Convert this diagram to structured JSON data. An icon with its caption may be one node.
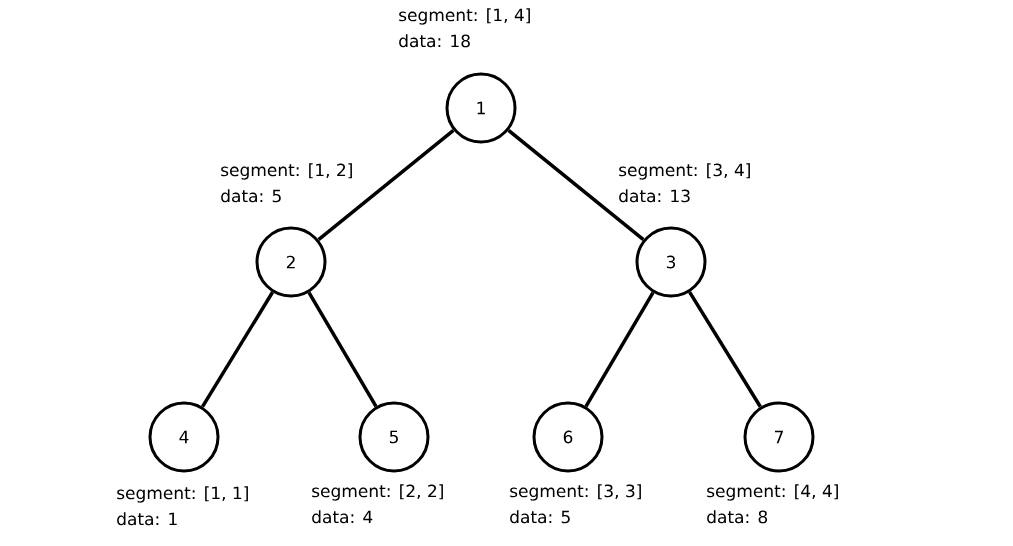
{
  "diagram": {
    "nodes": [
      {
        "text": [
          "1"
        ],
        "beside": [
          "segment: [1, 4]",
          "data: 18"
        ]
      },
      {
        "text": [
          "2"
        ],
        "beside": [
          "segment: [1, 2]",
          "data: 5"
        ]
      },
      {
        "text": [
          "3"
        ],
        "beside": [
          "segment: [3, 4]",
          "data: 13"
        ]
      },
      {
        "text": [
          "4"
        ],
        "beside": [
          "segment: [1, 1]",
          "data: 1"
        ]
      },
      {
        "text": [
          "5"
        ],
        "beside": [
          "segment: [2, 2]",
          "data: 4"
        ]
      },
      {
        "text": [
          "6"
        ],
        "beside": [
          "segment: [3, 3]",
          "data: 5"
        ]
      },
      {
        "text": [
          "7"
        ],
        "beside": [
          "segment: [4, 4]",
          "data: 8"
        ]
      }
    ],
    "edges": [
      {
        "from": 0,
        "to": 1,
        "arrow": "none"
      },
      {
        "from": 0,
        "to": 2,
        "arrow": "none"
      },
      {
        "from": 1,
        "to": 3,
        "arrow": "none"
      },
      {
        "from": 1,
        "to": 4,
        "arrow": "none"
      },
      {
        "from": 2,
        "to": 5,
        "arrow": "none"
      },
      {
        "from": 2,
        "to": 6,
        "arrow": "none"
      }
    ]
  }
}
